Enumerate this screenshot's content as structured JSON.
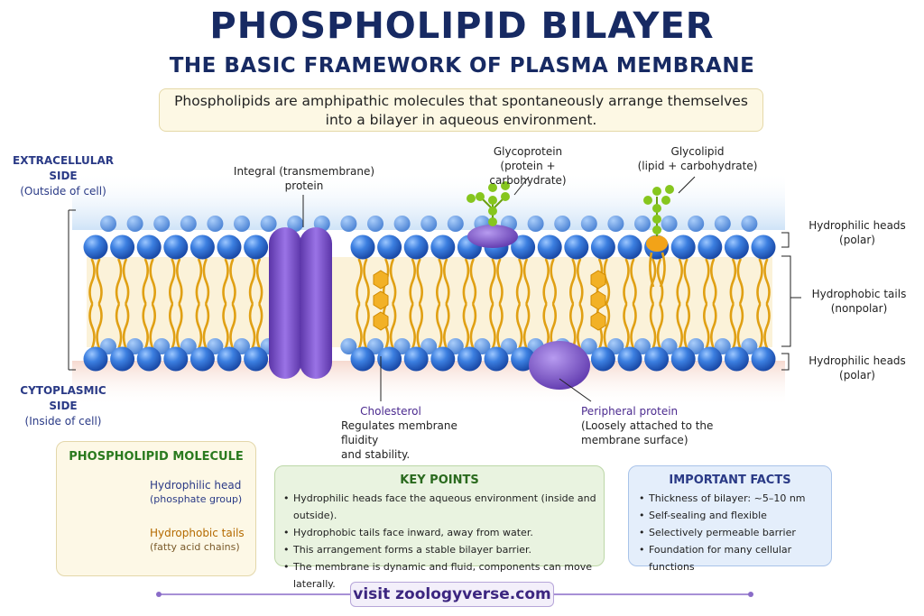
{
  "header": {
    "title": "PHOSPHOLIPID BILAYER",
    "subtitle": "THE BASIC FRAMEWORK OF PLASMA MEMBRANE",
    "intro_line1": "Phospholipids are amphipathic molecules that spontaneously arrange themselves",
    "intro_line2": "into a bilayer in aqueous environment."
  },
  "sides": {
    "extracellular_title_1": "EXTRACELLULAR",
    "extracellular_title_2": "SIDE",
    "extracellular_sub": "(Outside of cell)",
    "cytoplasmic_title_1": "CYTOPLASMIC",
    "cytoplasmic_title_2": "SIDE",
    "cytoplasmic_sub": "(Inside of cell)"
  },
  "labels": {
    "integral_1": "Integral (transmembrane)",
    "integral_2": "protein",
    "glycoprotein_1": "Glycoprotein",
    "glycoprotein_2": "(protein + carbohydrate)",
    "glycolipid_1": "Glycolipid",
    "glycolipid_2": "(lipid + carbohydrate)",
    "heads_top_1": "Hydrophilic heads",
    "heads_top_2": "(polar)",
    "tails_1": "Hydrophobic tails",
    "tails_2": "(nonpolar)",
    "heads_bottom_1": "Hydrophilic heads",
    "heads_bottom_2": "(polar)",
    "cholesterol_title": "Cholesterol",
    "cholesterol_1": "Regulates membrane fluidity",
    "cholesterol_2": "and stability.",
    "peripheral_title": "Peripheral protein",
    "peripheral_1": "(Loosely attached to the",
    "peripheral_2": "membrane surface)"
  },
  "molecule_box": {
    "title": "PHOSPHOLIPID MOLECULE",
    "head_label": "Hydrophilic head",
    "head_sub": "(phosphate group)",
    "tail_label": "Hydrophobic tails",
    "tail_sub": "(fatty acid chains)"
  },
  "key_points": {
    "title": "KEY POINTS",
    "items": [
      "Hydrophilic heads face the aqueous environment (inside and outside).",
      "Hydrophobic tails face inward, away from water.",
      "This arrangement forms a stable bilayer barrier.",
      "The membrane is dynamic and fluid, components can move laterally."
    ]
  },
  "facts": {
    "title": "IMPORTANT FACTS",
    "items": [
      "Thickness of bilayer: ~5–10 nm",
      "Self-sealing and flexible",
      "Selectively permeable barrier",
      "Foundation for many cellular functions"
    ]
  },
  "footer": {
    "text": "visit zoologyverse.com"
  },
  "colors": {
    "head_blue": "#2f6fd8",
    "tail_orange": "#e3a418",
    "protein_purple": "#7b4fcc",
    "carb_green": "#7cbf1d",
    "title_navy": "#172a63"
  }
}
